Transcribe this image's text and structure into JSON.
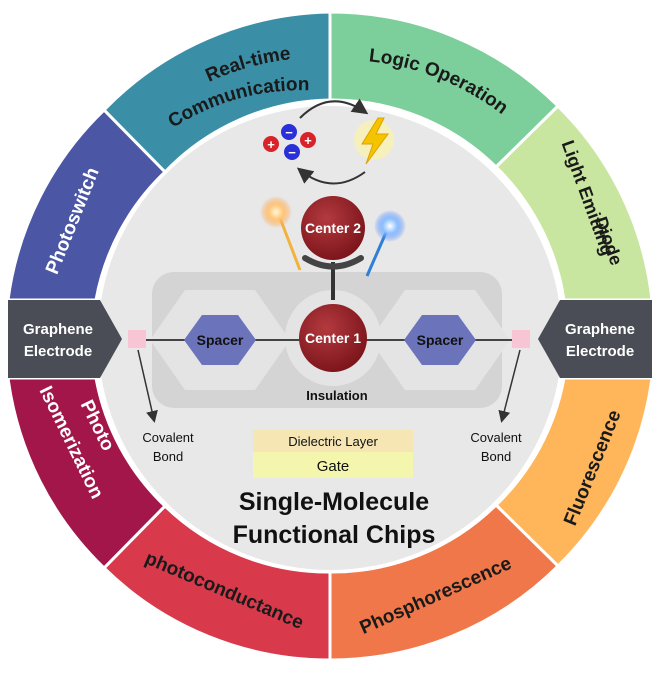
{
  "ring_labels": {
    "real_time_1": "Real-time",
    "real_time_2": "Communication",
    "logic": "Logic Operation",
    "led_1": "Light Emitting",
    "led_2": "Diode",
    "fluorescence": "Fluorescence",
    "phosphorescence": "Phosphorescence",
    "photoconductance": "photoconductance",
    "photo_iso_1": "Photo",
    "photo_iso_2": "Isomerization",
    "photoswitch": "Photoswitch"
  },
  "electrodes": {
    "left_1": "Graphene",
    "left_2": "Electrode",
    "right_1": "Graphene",
    "right_2": "Electrode"
  },
  "center": {
    "center1": "Center 1",
    "center2": "Center 2",
    "spacer_left": "Spacer",
    "spacer_right": "Spacer",
    "insulation": "Insulation",
    "covalent_left_1": "Covalent",
    "covalent_left_2": "Bond",
    "covalent_right_1": "Covalent",
    "covalent_right_2": "Bond",
    "dielectric": "Dielectric Layer",
    "gate": "Gate",
    "title_1": "Single-Molecule",
    "title_2": "Functional Chips",
    "plus_sign": "+",
    "minus_sign": "−"
  },
  "colors": {
    "real_time": "#3a8fa6",
    "logic": "#7ccf9a",
    "led": "#c8e6a0",
    "fluorescence": "#ffb55a",
    "phosphorescence": "#f0774a",
    "photoconductance": "#d83a4c",
    "photo_iso": "#a3164a",
    "photoswitch": "#4b56a5",
    "electrode": "#4a4d55",
    "center_ball": "#8e1e24",
    "spacer": "#6b74bb"
  }
}
